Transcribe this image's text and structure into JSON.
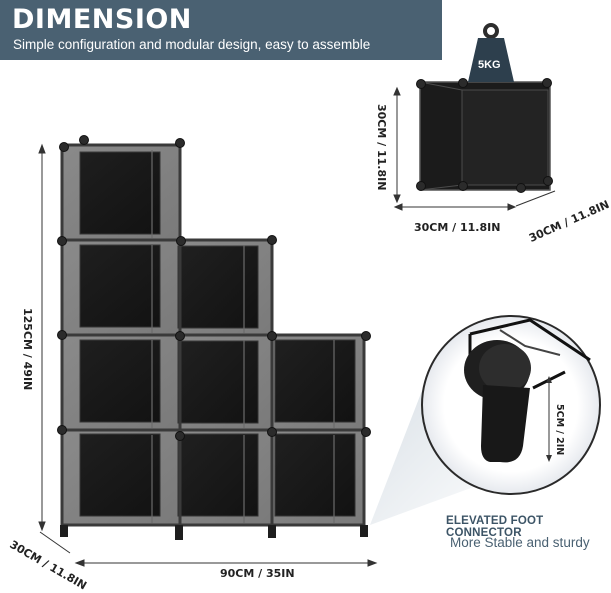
{
  "banner": {
    "title": "DIMENSION",
    "subtitle": "Simple configuration and modular design, easy to assemble"
  },
  "cube_detail": {
    "weight_label": "5KG",
    "height_label": "30CM / 11.8IN",
    "width_label": "30CM / 11.8IN",
    "depth_label": "30CM / 11.8IN"
  },
  "shelf": {
    "height_label": "125CM / 49IN",
    "width_label": "90CM / 35IN",
    "depth_label": "30CM / 11.8IN"
  },
  "foot_connector": {
    "height_label": "5CM / 2IN",
    "title": "ELEVATED FOOT CONNECTOR",
    "subtitle": "More Stable and sturdy"
  },
  "colors": {
    "banner_bg": "#4a6172",
    "banner_text": "#ffffff",
    "cube_fill": "#1a1a1a",
    "accent_text": "#3c5466"
  },
  "icons": [
    "weight-icon",
    "dimension-arrow-icon",
    "foot-connector-icon"
  ]
}
